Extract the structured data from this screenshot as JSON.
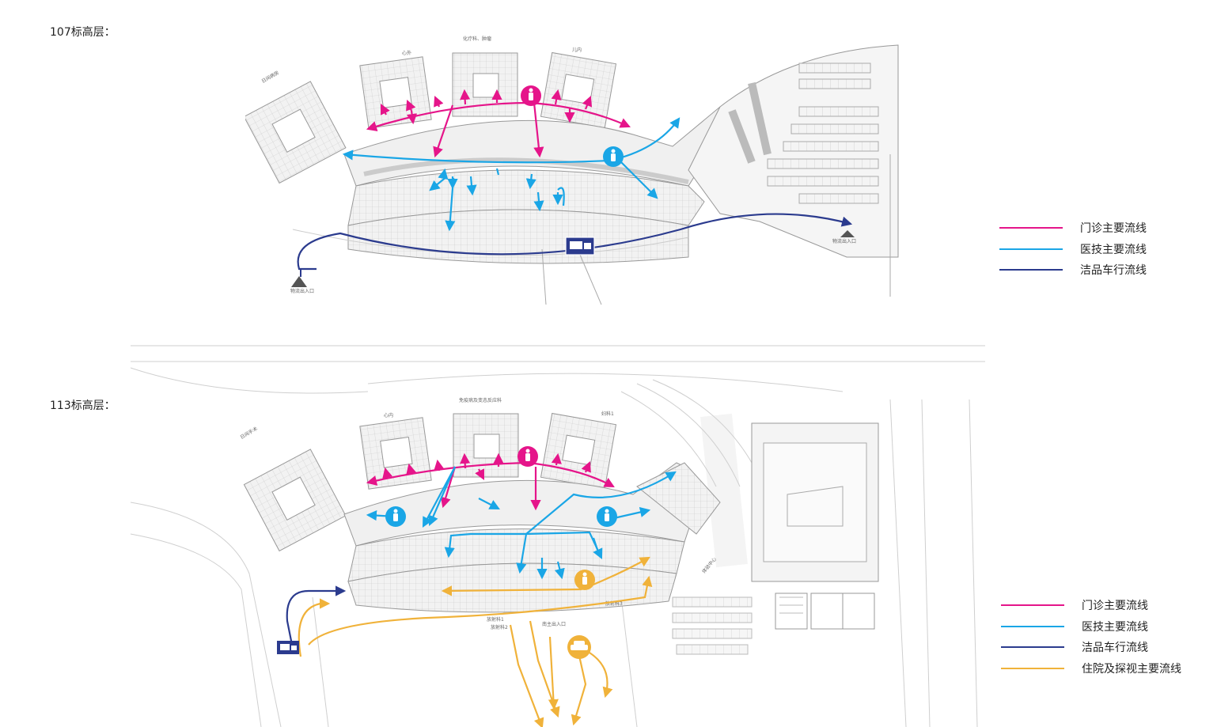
{
  "colors": {
    "outpatient": "#e5158a",
    "medtech": "#1aa6e6",
    "logistics": "#2b3b8e",
    "inpatient": "#f0b23a"
  },
  "top_plan": {
    "title": "107标高层",
    "separator": "：",
    "labels": {
      "chem": "化疗科、肿瘤",
      "heart": "心外",
      "peds": "儿内",
      "dayroom": "日间病房",
      "entry_left": "物流出入口",
      "entry_right": "物流出入口"
    },
    "legend": [
      {
        "label": "门诊主要流线",
        "color": "#e5158a"
      },
      {
        "label": "医技主要流线",
        "color": "#1aa6e6"
      },
      {
        "label": "洁品车行流线",
        "color": "#2b3b8e"
      }
    ]
  },
  "bottom_plan": {
    "title": "113标高层",
    "separator": "：",
    "labels": {
      "immune": "免疫病及变态反应科",
      "heart": "心内",
      "gyn": "妇科1",
      "dayop": "日间手术",
      "rad1": "放射科1",
      "rad2": "放射科2",
      "rad3": "放射科3",
      "south_entry": "南主出入口",
      "sports": "体验中心"
    },
    "legend": [
      {
        "label": "门诊主要流线",
        "color": "#e5158a"
      },
      {
        "label": "医技主要流线",
        "color": "#1aa6e6"
      },
      {
        "label": "洁品车行流线",
        "color": "#2b3b8e"
      },
      {
        "label": "住院及探视主要流线",
        "color": "#f0b23a"
      }
    ]
  },
  "icons": {
    "person": "person-icon",
    "truck": "truck-icon",
    "car": "car-icon",
    "entry_marker": "entrance-triangle-icon"
  }
}
